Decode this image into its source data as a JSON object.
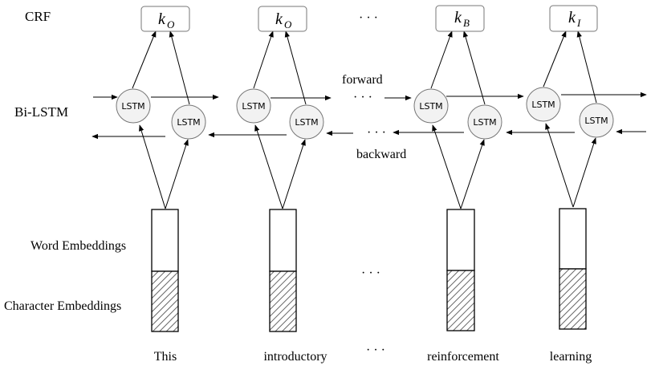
{
  "rows": {
    "crf": "CRF",
    "bilstm": "Bi-LSTM",
    "word": "Word Embeddings",
    "char": "Character Embeddings"
  },
  "directions": {
    "forward": "forward",
    "backward": "backward"
  },
  "cell_label": "LSTM",
  "ellipsis": "· · ·",
  "tokens": [
    {
      "word": "This",
      "tag_base": "k",
      "tag_sub": "O"
    },
    {
      "word": "introductory",
      "tag_base": "k",
      "tag_sub": "O"
    },
    {
      "word": "reinforcement",
      "tag_base": "k",
      "tag_sub": "B"
    },
    {
      "word": "learning",
      "tag_base": "k",
      "tag_sub": "I"
    }
  ]
}
